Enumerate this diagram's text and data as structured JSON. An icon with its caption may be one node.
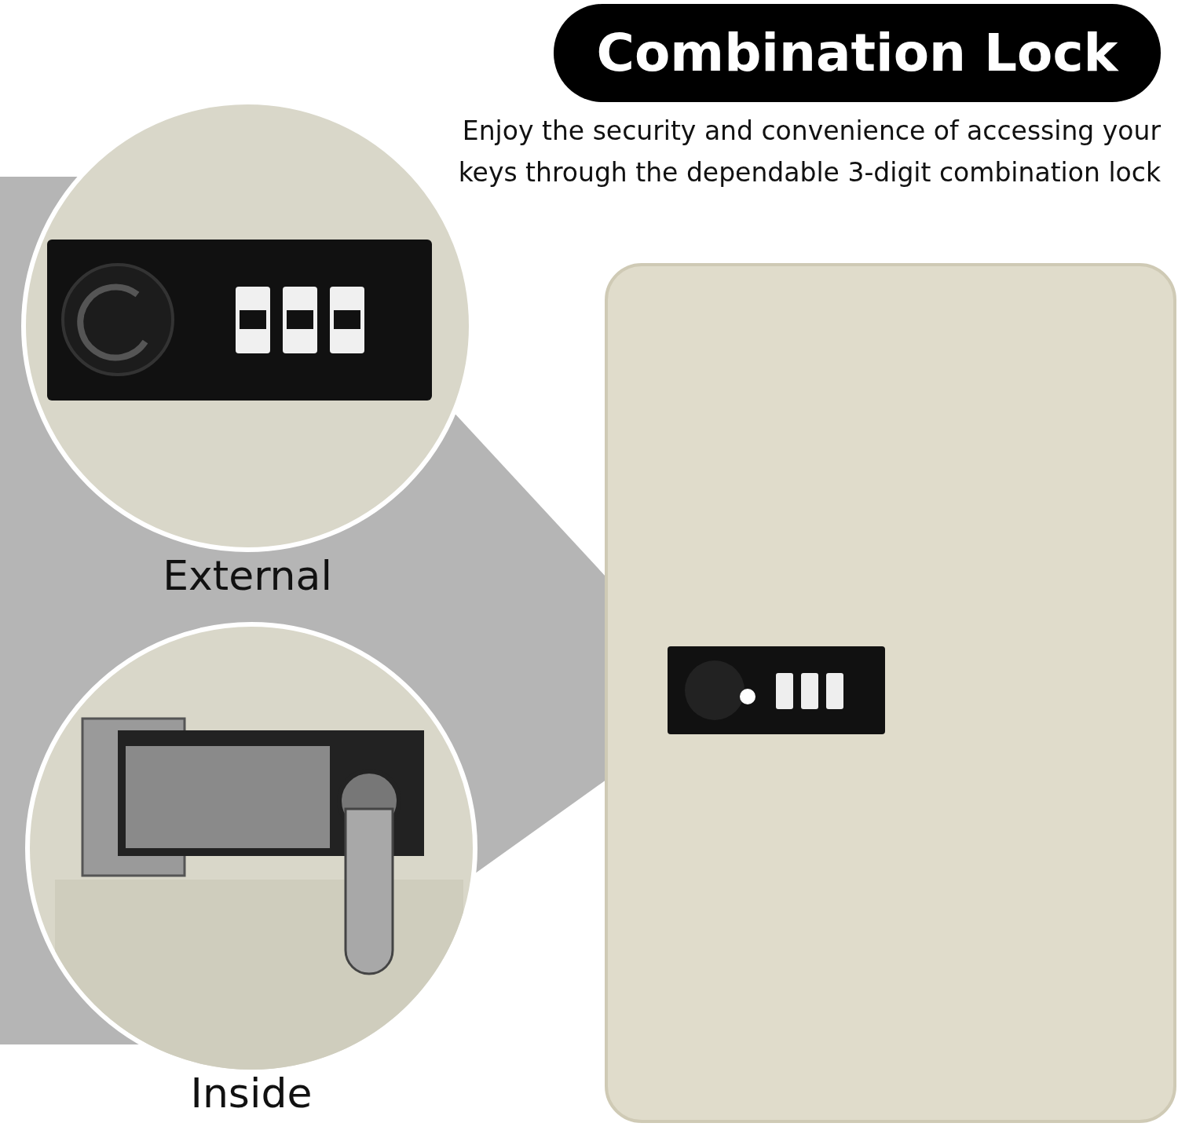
{
  "diagram": {
    "title": "Combination Lock",
    "nodes": [
      {
        "text": [
          "External"
        ]
      },
      {
        "text": [
          "Inside"
        ]
      },
      {
        "text": [],
        "shape": "picture"
      }
    ],
    "labels": [
      "Enjoy the security and convenience of accessing your keys through the dependable 3-digit combination lock"
    ]
  }
}
